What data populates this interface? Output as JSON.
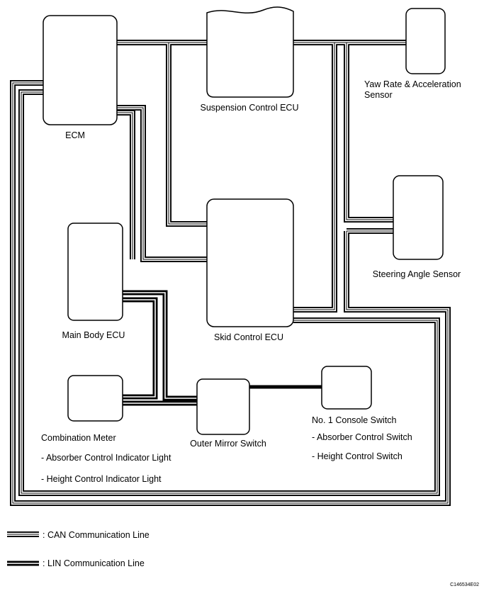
{
  "nodes": {
    "ecm": {
      "label": "ECM"
    },
    "suspension_ecu": {
      "label": "Suspension Control ECU"
    },
    "yaw_sensor": {
      "label_line1": "Yaw Rate & Acceleration",
      "label_line2": "Sensor"
    },
    "steering_sensor": {
      "label": "Steering Angle Sensor"
    },
    "skid_ecu": {
      "label": "Skid Control ECU"
    },
    "main_body_ecu": {
      "label": "Main Body ECU"
    },
    "combination_meter": {
      "label": "Combination Meter",
      "items": [
        "- Absorber Control Indicator Light",
        "- Height Control Indicator Light"
      ]
    },
    "outer_mirror_switch": {
      "label": "Outer Mirror Switch"
    },
    "console_switch": {
      "label": "No. 1 Console Switch",
      "items": [
        "- Absorber Control Switch",
        "- Height Control Switch"
      ]
    }
  },
  "legend": {
    "can": ": CAN Communication Line",
    "lin": ": LIN Communication Line"
  },
  "figure_id": "C146534E02"
}
